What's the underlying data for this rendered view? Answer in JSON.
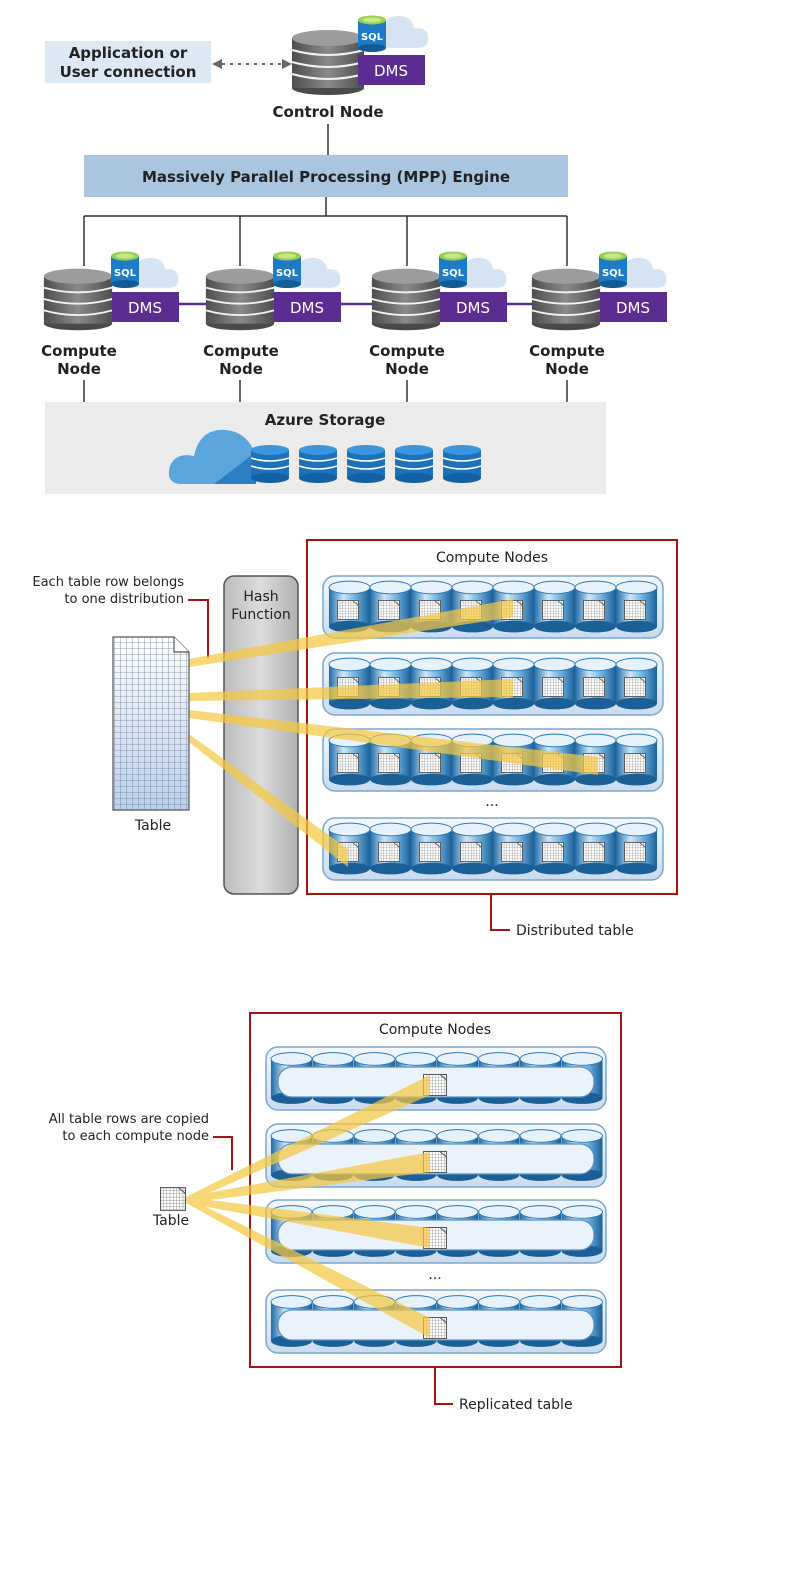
{
  "architecture": {
    "app_connection_line1": "Application or",
    "app_connection_line2": "User connection",
    "control_node_label": "Control Node",
    "mpp_engine_label": "Massively Parallel Processing (MPP) Engine",
    "sql_badge": "SQL",
    "dms_label": "DMS",
    "compute_label_line1": "Compute",
    "compute_label_line2": "Node",
    "compute_nodes": [
      {
        "id": 1
      },
      {
        "id": 2
      },
      {
        "id": 3
      },
      {
        "id": 4
      }
    ],
    "azure_storage_label": "Azure Storage"
  },
  "distributed": {
    "compute_nodes_title": "Compute Nodes",
    "annotation_line1": "Each table row belongs",
    "annotation_line2": "to one distribution",
    "hash_line1": "Hash",
    "hash_line2": "Function",
    "table_label": "Table",
    "ellipsis": "...",
    "caption": "Distributed table"
  },
  "replicated": {
    "compute_nodes_title": "Compute Nodes",
    "annotation_line1": "All table rows are copied",
    "annotation_line2": "to each compute node",
    "table_label": "Table",
    "ellipsis": "...",
    "caption": "Replicated table"
  },
  "colors": {
    "dms_purple": "#5c2d91",
    "mpp_blue": "#a9c5e0",
    "app_box": "#dce9f5",
    "azure_bg": "#ebebeb",
    "frame_red": "#a31515",
    "beam_yellow": "#f5c842",
    "server_gray": "#6b6b6b"
  }
}
